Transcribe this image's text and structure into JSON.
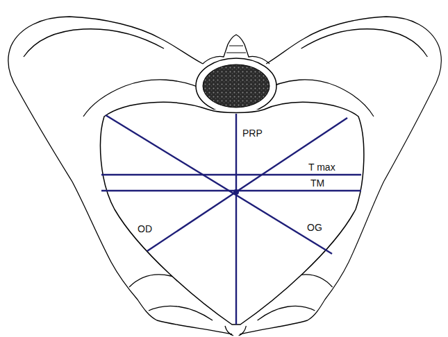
{
  "diagram": {
    "labels": [
      "PRP",
      "T max",
      "TM",
      "OD",
      "OG"
    ]
  }
}
